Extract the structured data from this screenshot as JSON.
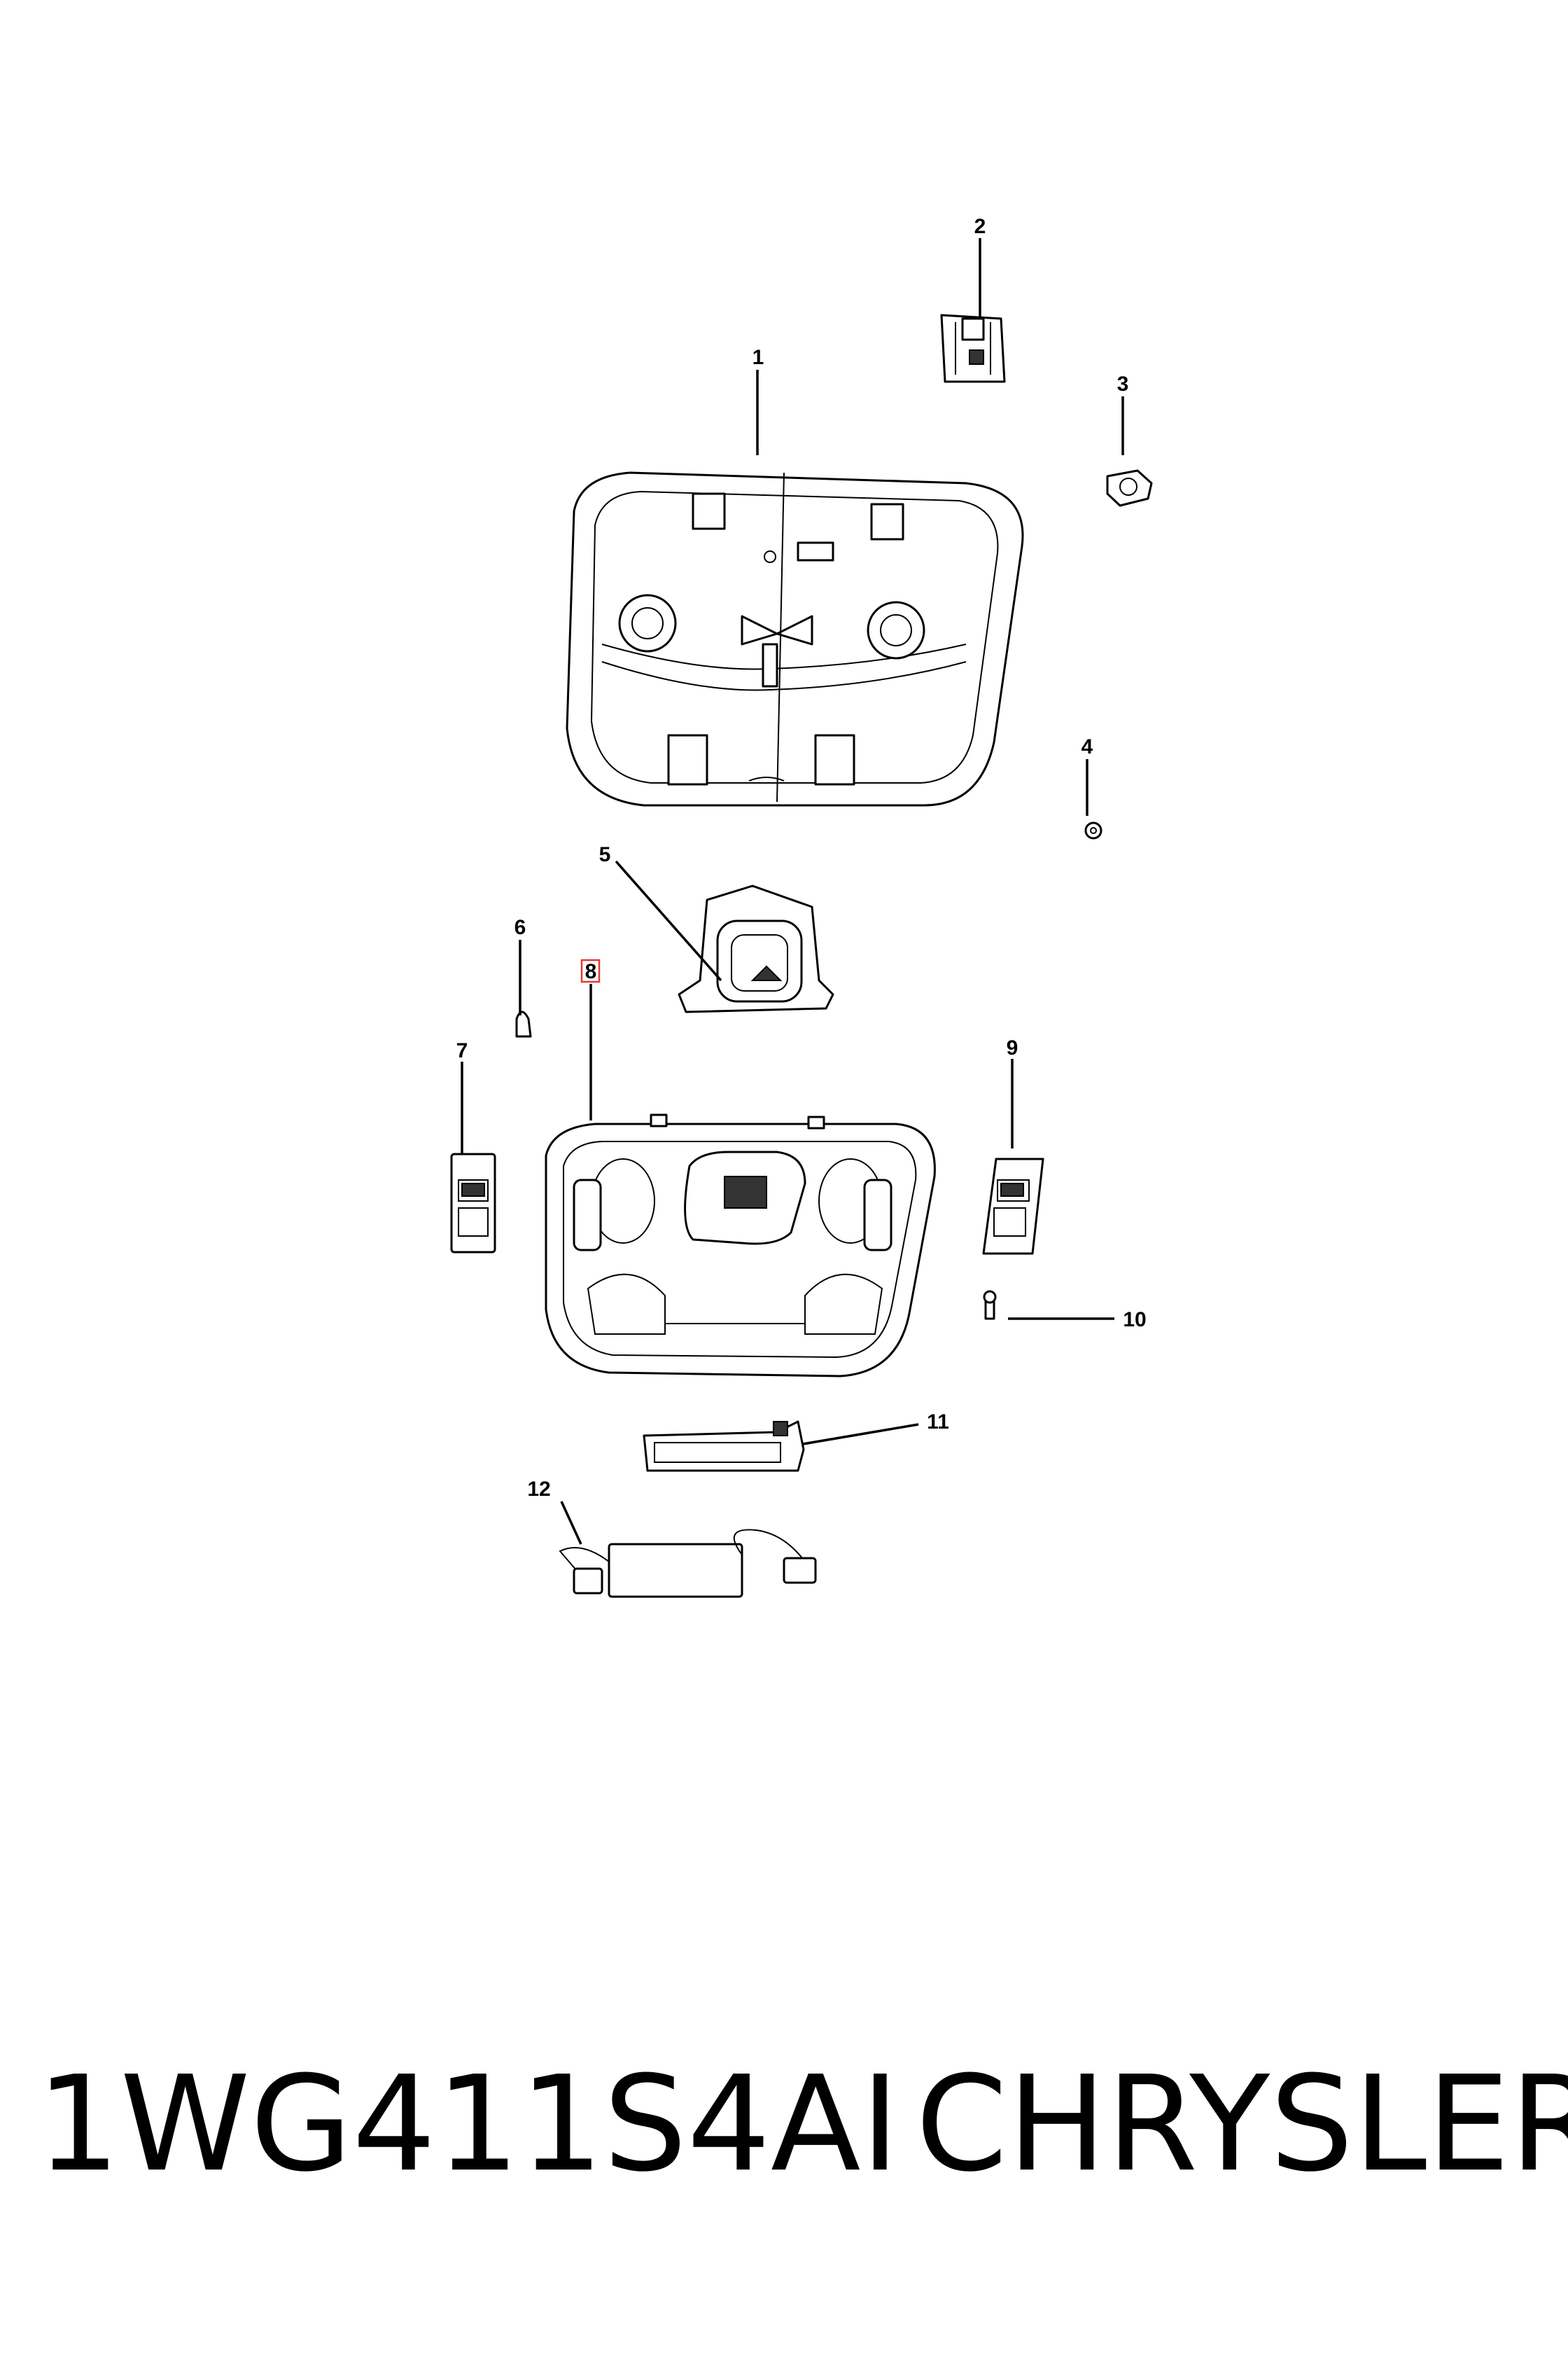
{
  "callouts": {
    "c1": "1",
    "c2": "2",
    "c3": "3",
    "c4": "4",
    "c5": "5",
    "c6": "6",
    "c7": "7",
    "c8": "8",
    "c9": "9",
    "c10": "10",
    "c11": "11",
    "c12": "12"
  },
  "highlighted_callout": "8",
  "footer": {
    "part_number": "1WG411S4AI",
    "brand": "CHRYSLER"
  },
  "colors": {
    "line": "#000000",
    "background": "#ffffff",
    "highlight": "#e53935"
  }
}
